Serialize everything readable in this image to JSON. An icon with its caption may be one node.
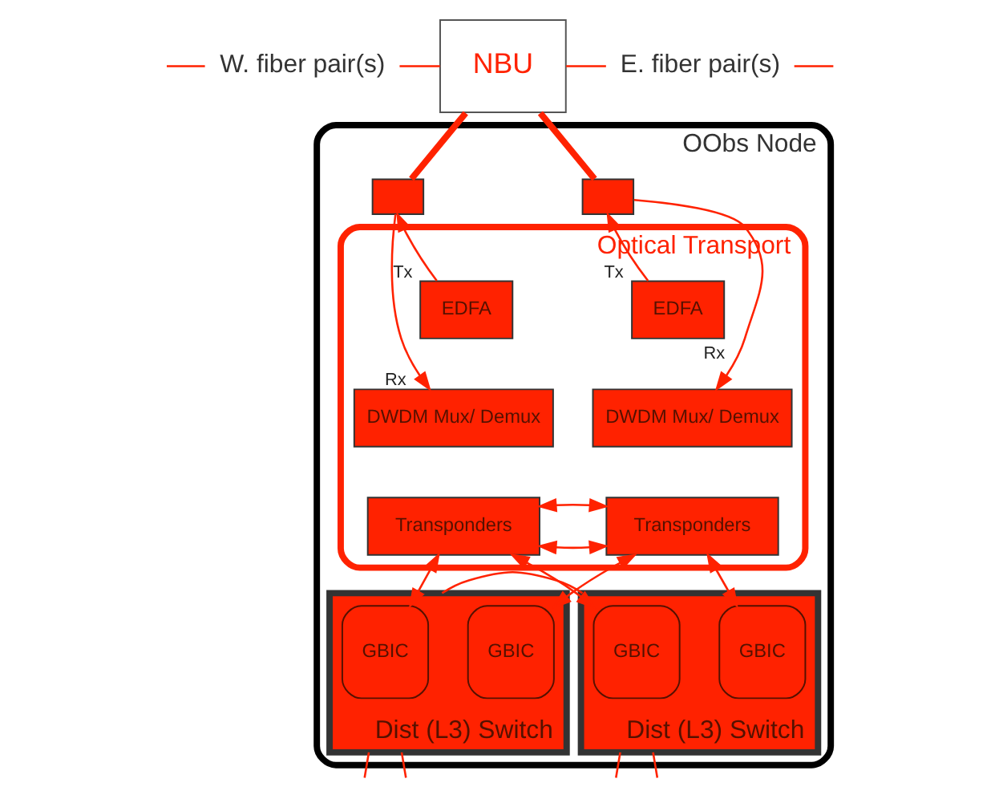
{
  "diagram": {
    "nodes": [
      {
        "text": [
          "NBU"
        ]
      },
      {
        "text": [
          "OObs Node"
        ]
      },
      {
        "text": [],
        "shape": "box",
        "in": 1
      },
      {
        "text": [],
        "shape": "box",
        "in": 1
      },
      {
        "text": [
          "Optical Transport"
        ],
        "in": 1
      },
      {
        "text": [
          "EDFA"
        ],
        "in": 4
      },
      {
        "text": [
          "DWDM Mux/ Demux"
        ],
        "in": 4
      },
      {
        "text": [
          "Transponders"
        ],
        "in": 4
      },
      {
        "text": [
          "EDFA"
        ],
        "in": 4
      },
      {
        "text": [
          "DWDM Mux/ Demux"
        ],
        "in": 4
      },
      {
        "text": [
          "Transponders"
        ],
        "in": 4
      },
      {
        "text": [
          "Dist (L3) Switch"
        ],
        "in": 1
      },
      {
        "text": [
          "GBIC"
        ],
        "in": 11
      },
      {
        "text": [
          "GBIC"
        ],
        "in": 11
      },
      {
        "text": [
          "Dist (L3) Switch"
        ],
        "in": 1
      },
      {
        "text": [
          "GBIC"
        ],
        "in": 14
      },
      {
        "text": [
          "GBIC"
        ],
        "in": 14
      },
      {
        "text": [
          "W. fiber pair(s)"
        ]
      },
      {
        "text": [
          "E. fiber pair(s)"
        ]
      }
    ],
    "edges": [
      {
        "from": null,
        "to": 17,
        "arrow": "none"
      },
      {
        "from": 17,
        "to": 0,
        "arrow": "none"
      },
      {
        "from": 0,
        "to": 18,
        "arrow": "none"
      },
      {
        "from": 18,
        "to": null,
        "arrow": "none"
      },
      {
        "from": 0,
        "to": 2,
        "arrow": "none",
        "style": "thick"
      },
      {
        "from": 0,
        "to": 3,
        "arrow": "none",
        "style": "thick"
      },
      {
        "from": 2,
        "to": 6,
        "arrow": "to",
        "label": "Rx"
      },
      {
        "from": 5,
        "to": 2,
        "arrow": "to",
        "label": "Tx"
      },
      {
        "from": 3,
        "to": 9,
        "arrow": "to",
        "label": "Rx"
      },
      {
        "from": 8,
        "to": 3,
        "arrow": "to",
        "label": "Tx"
      },
      {
        "from": 7,
        "to": 12,
        "arrow": "both"
      },
      {
        "from": 7,
        "to": 10,
        "arrow": "both"
      },
      {
        "from": 7,
        "to": 10,
        "arrow": "both"
      },
      {
        "from": 7,
        "to": 15,
        "arrow": "both"
      },
      {
        "from": 10,
        "to": 13,
        "arrow": "both"
      },
      {
        "from": 10,
        "to": 16,
        "arrow": "both"
      },
      {
        "from": 11,
        "to": 14,
        "arrow": "none"
      },
      {
        "from": 11,
        "to": null,
        "arrow": "none"
      },
      {
        "from": 11,
        "to": null,
        "arrow": "none"
      },
      {
        "from": 14,
        "to": null,
        "arrow": "none"
      },
      {
        "from": 14,
        "to": null,
        "arrow": "none"
      }
    ]
  }
}
